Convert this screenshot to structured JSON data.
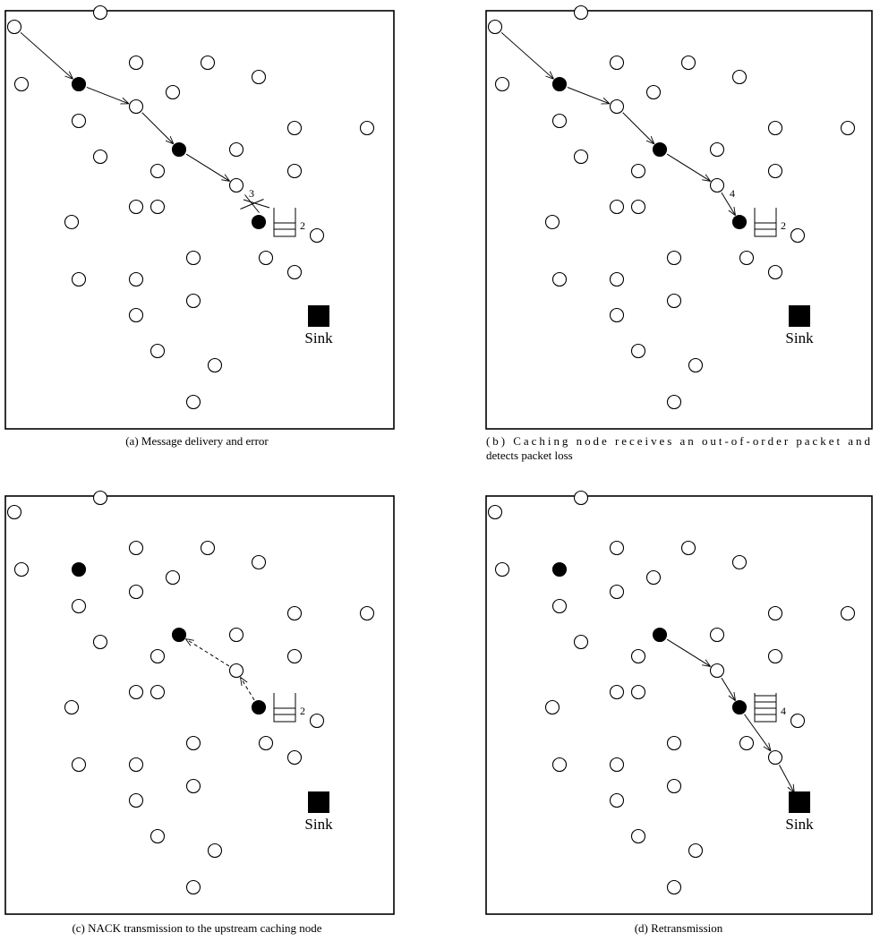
{
  "panels": [
    {
      "id": "a",
      "caption_lines": [
        "(a)  Message delivery and error"
      ],
      "sink_label": "Sink",
      "buffer_count": "2",
      "seq_label": "3"
    },
    {
      "id": "b",
      "caption_lines": [
        "(b)  Caching node receives an out-of-order packet and",
        "detects packet loss"
      ],
      "sink_label": "Sink",
      "buffer_count": "2",
      "seq_label": "4"
    },
    {
      "id": "c",
      "caption_lines": [
        "(c)  NACK transmission to the upstream caching node"
      ],
      "sink_label": "Sink",
      "buffer_count": "2",
      "seq_label": ""
    },
    {
      "id": "d",
      "caption_lines": [
        "(d)  Retransmission"
      ],
      "sink_label": "Sink",
      "buffer_count": "4",
      "seq_label": ""
    }
  ],
  "colors": {
    "stroke": "#000000",
    "fill_caching": "#000000",
    "fill_node": "#ffffff"
  }
}
